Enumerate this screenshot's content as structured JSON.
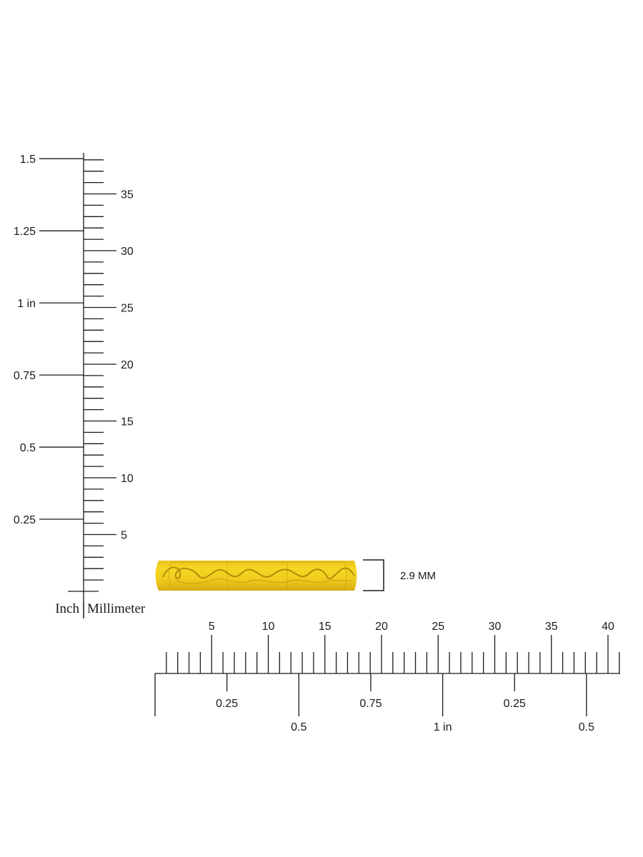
{
  "vertical_ruler": {
    "inch_labels": [
      {
        "value": 0.25,
        "label": "0.25"
      },
      {
        "value": 0.5,
        "label": "0.5"
      },
      {
        "value": 0.75,
        "label": "0.75"
      },
      {
        "value": 1,
        "label": "1 in"
      },
      {
        "value": 1.25,
        "label": "1.25"
      },
      {
        "value": 1.5,
        "label": "1.5"
      }
    ],
    "mm_labels": [
      {
        "value": 5,
        "label": "5"
      },
      {
        "value": 10,
        "label": "10"
      },
      {
        "value": 15,
        "label": "15"
      },
      {
        "value": 20,
        "label": "20"
      },
      {
        "value": 25,
        "label": "25"
      },
      {
        "value": 30,
        "label": "30"
      },
      {
        "value": 35,
        "label": "35"
      }
    ],
    "mm_max": 38,
    "inch_unit_label": "Inch",
    "mm_unit_label": "Millimeter"
  },
  "horizontal_ruler": {
    "mm_labels": [
      {
        "value": 5,
        "label": "5"
      },
      {
        "value": 10,
        "label": "10"
      },
      {
        "value": 15,
        "label": "15"
      },
      {
        "value": 20,
        "label": "20"
      },
      {
        "value": 25,
        "label": "25"
      },
      {
        "value": 30,
        "label": "30"
      },
      {
        "value": 35,
        "label": "35"
      },
      {
        "value": 40,
        "label": "40"
      }
    ],
    "mm_max": 41,
    "inch_labels": [
      {
        "value": 0.25,
        "label": "0.25",
        "level": "short"
      },
      {
        "value": 0.5,
        "label": "0.5",
        "level": "long"
      },
      {
        "value": 0.75,
        "label": "0.75",
        "level": "short"
      },
      {
        "value": 1,
        "label": "1 in",
        "level": "long"
      },
      {
        "value": 1.25,
        "label": "0.25",
        "level": "short"
      },
      {
        "value": 1.5,
        "label": "0.5",
        "level": "long"
      }
    ]
  },
  "ring": {
    "width_label": "2.9 MM",
    "color": "#f2cf1c",
    "shade_color": "#b8900a"
  }
}
